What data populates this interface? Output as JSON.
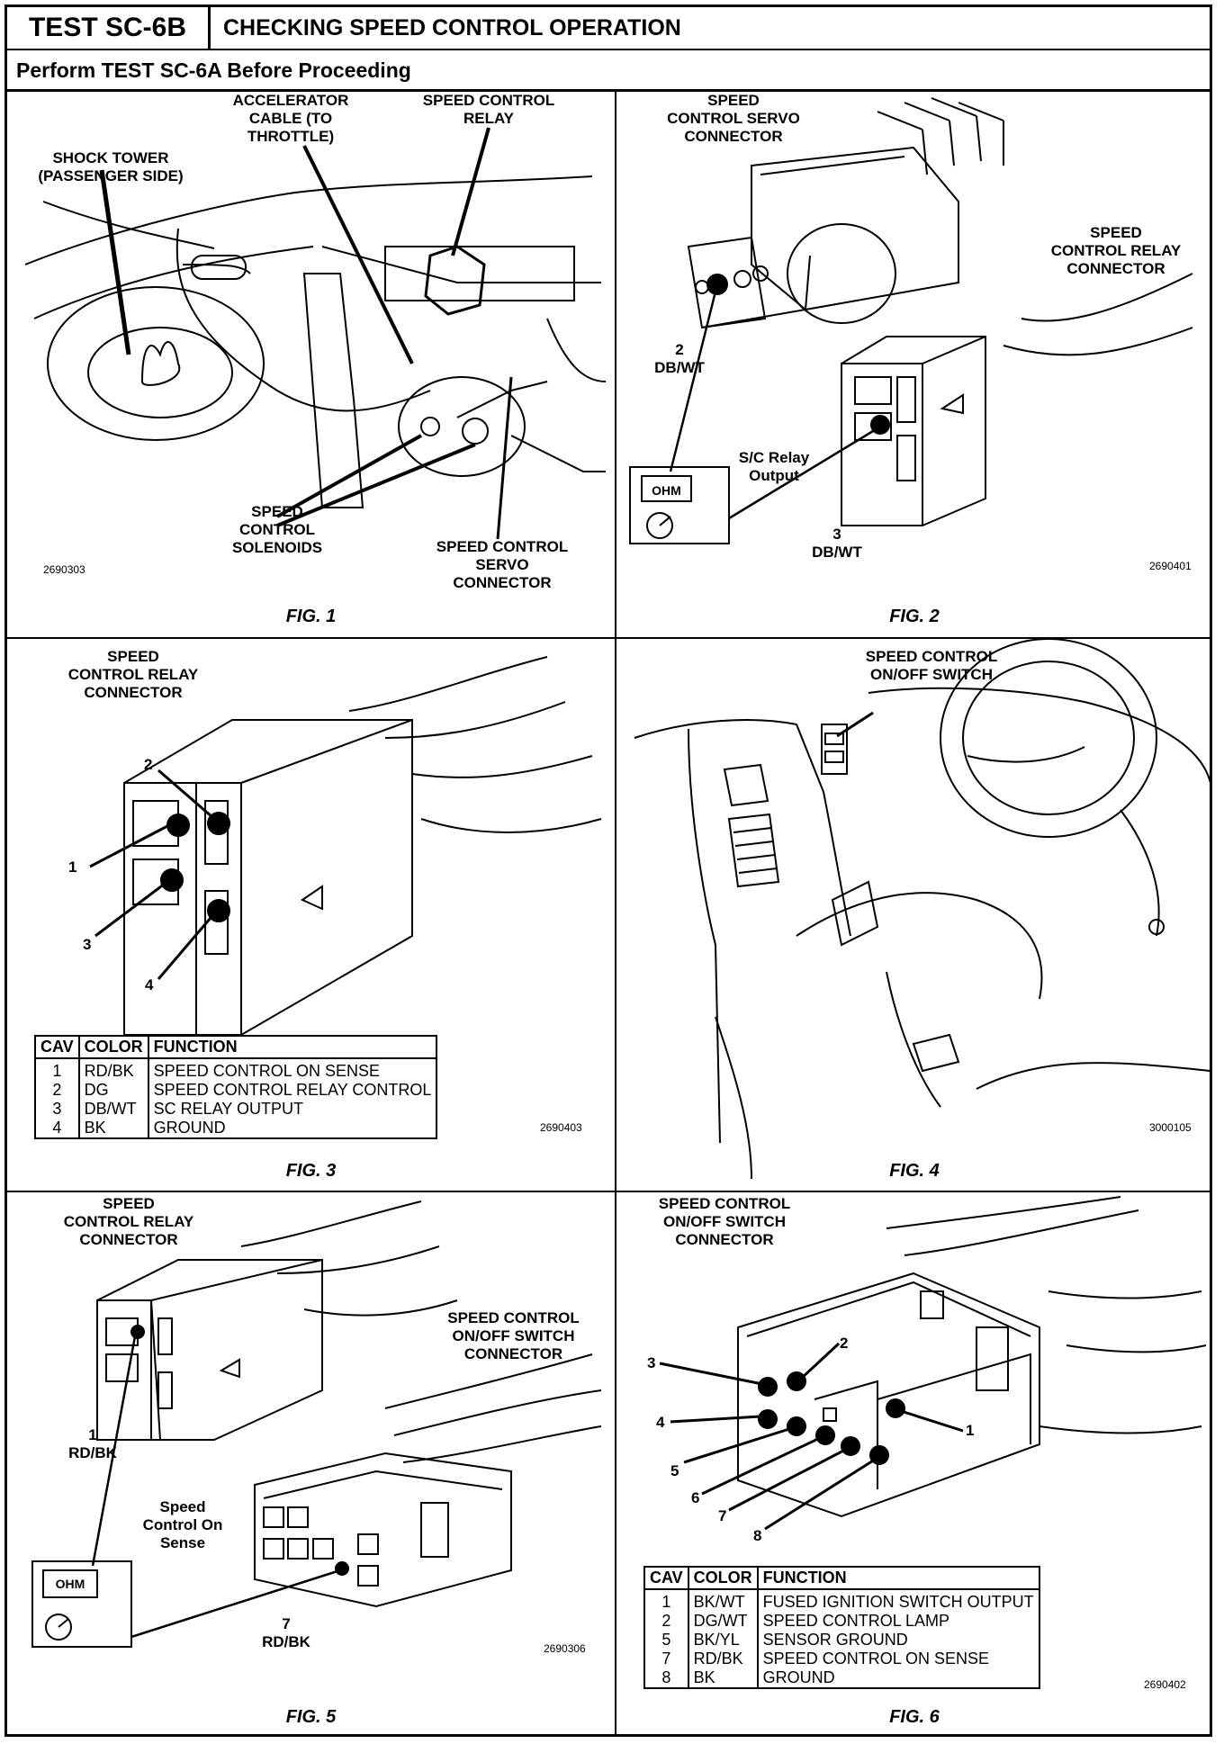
{
  "header": {
    "test_id": "TEST SC-6B",
    "title": "CHECKING SPEED CONTROL OPERATION",
    "subtitle": "Perform TEST SC-6A Before Proceeding"
  },
  "fig1": {
    "caption": "FIG. 1",
    "code": "2690303",
    "labels": {
      "shock_tower": "SHOCK TOWER\n(PASSENGER SIDE)",
      "accel_cable": "ACCELERATOR\nCABLE (TO\nTHROTTLE)",
      "relay": "SPEED CONTROL\nRELAY",
      "solenoids": "SPEED\nCONTROL\nSOLENOIDS",
      "servo_conn": "SPEED CONTROL\nSERVO\nCONNECTOR"
    }
  },
  "fig2": {
    "caption": "FIG. 2",
    "code": "2690401",
    "labels": {
      "servo_conn": "SPEED\nCONTROL SERVO\nCONNECTOR",
      "relay_conn": "SPEED\nCONTROL RELAY\nCONNECTOR",
      "pin2": "2\nDB/WT",
      "relay_out": "S/C Relay\nOutput",
      "pin3": "3\nDB/WT",
      "meter": "OHM"
    }
  },
  "fig3": {
    "caption": "FIG. 3",
    "code": "2690403",
    "labels": {
      "title": "SPEED\nCONTROL RELAY\nCONNECTOR",
      "p1": "1",
      "p2": "2",
      "p3": "3",
      "p4": "4"
    },
    "table": {
      "headers": [
        "CAV",
        "COLOR",
        "FUNCTION"
      ],
      "rows": [
        [
          "1",
          "RD/BK",
          "SPEED CONTROL ON SENSE"
        ],
        [
          "2",
          "DG",
          "SPEED CONTROL RELAY CONTROL"
        ],
        [
          "3",
          "DB/WT",
          "SC RELAY OUTPUT"
        ],
        [
          "4",
          "BK",
          "GROUND"
        ]
      ]
    }
  },
  "fig4": {
    "caption": "FIG. 4",
    "code": "3000105",
    "labels": {
      "switch": "SPEED CONTROL\nON/OFF SWITCH"
    }
  },
  "fig5": {
    "caption": "FIG. 5",
    "code": "2690306",
    "labels": {
      "relay_conn": "SPEED\nCONTROL RELAY\nCONNECTOR",
      "switch_conn": "SPEED CONTROL\nON/OFF SWITCH\nCONNECTOR",
      "pin1": "1\nRD/BK",
      "sense": "Speed\nControl On\nSense",
      "pin7": "7\nRD/BK",
      "meter": "OHM"
    }
  },
  "fig6": {
    "caption": "FIG. 6",
    "code": "2690402",
    "labels": {
      "title": "SPEED CONTROL\nON/OFF SWITCH\nCONNECTOR",
      "p1": "1",
      "p2": "2",
      "p3": "3",
      "p4": "4",
      "p5": "5",
      "p6": "6",
      "p7": "7",
      "p8": "8"
    },
    "table": {
      "headers": [
        "CAV",
        "COLOR",
        "FUNCTION"
      ],
      "rows": [
        [
          "1",
          "BK/WT",
          "FUSED IGNITION SWITCH OUTPUT"
        ],
        [
          "2",
          "DG/WT",
          "SPEED CONTROL LAMP"
        ],
        [
          "5",
          "BK/YL",
          "SENSOR GROUND"
        ],
        [
          "7",
          "RD/BK",
          "SPEED CONTROL ON SENSE"
        ],
        [
          "8",
          "BK",
          "GROUND"
        ]
      ]
    }
  }
}
